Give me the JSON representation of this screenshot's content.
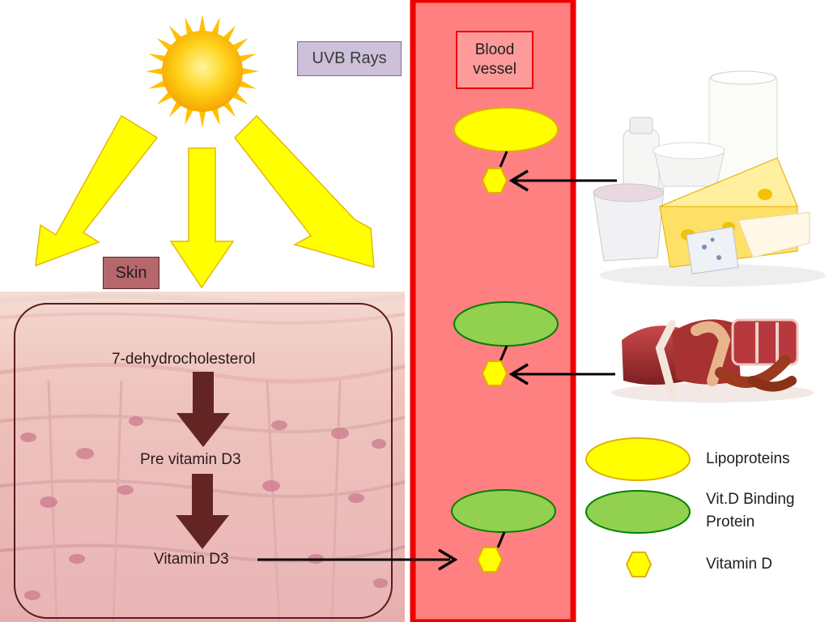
{
  "labels": {
    "uvb_rays": "UVB Rays",
    "skin": "Skin",
    "blood_vessel_line1": "Blood",
    "blood_vessel_line2": "vessel"
  },
  "skin_pathway": {
    "step1": "7-dehydrocholesterol",
    "step2": "Pre vitamin D3",
    "step3": "Vitamin D3"
  },
  "legend": {
    "lipoproteins": "Lipoproteins",
    "vitd_binding_line1": "Vit.D Binding",
    "vitd_binding_line2": "Protein",
    "vitamin_d": "Vitamin D"
  },
  "colors": {
    "lipoprotein": "#ffff00",
    "binding_protein": "#92d050",
    "vitamin_d": "#ffff00",
    "vessel_fill": "#ff8080",
    "vessel_border": "#ee0000",
    "uv_arrow": "#ffff00",
    "skin_arrow": "#632523"
  }
}
